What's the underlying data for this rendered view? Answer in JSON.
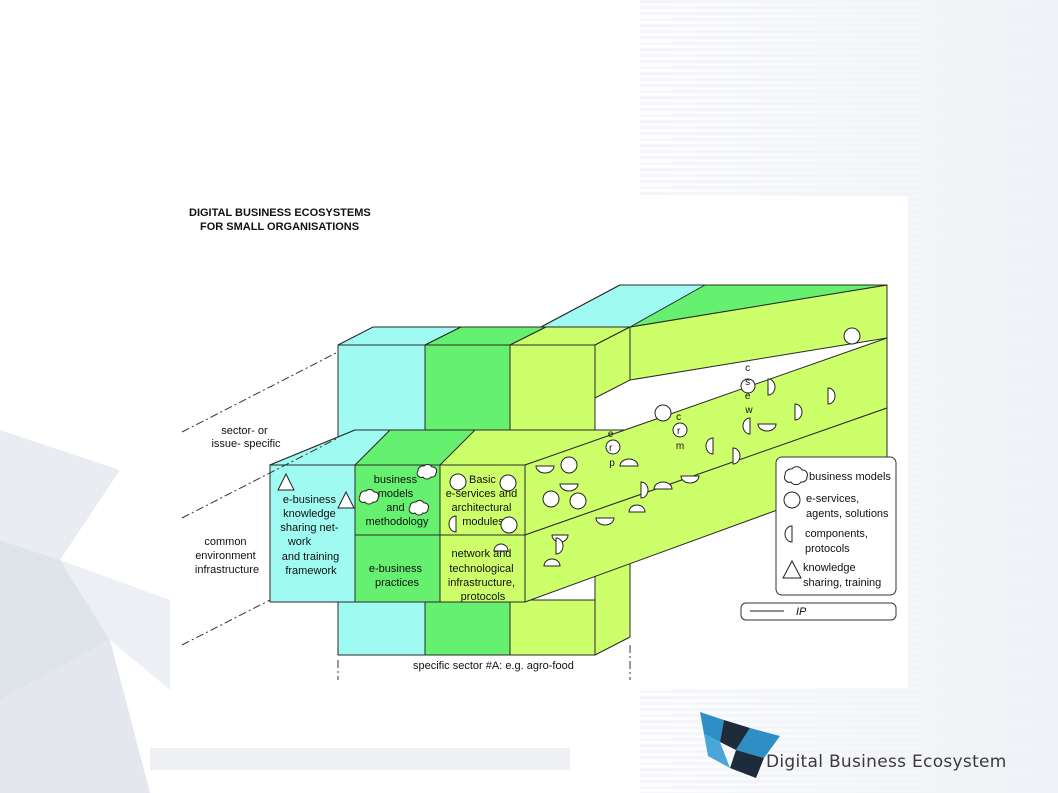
{
  "diagram": {
    "title_line1": "DIGITAL BUSINESS ECOSYSTEMS",
    "title_line2": "FOR SMALL ORGANISATIONS",
    "side_labels": {
      "sector": [
        "sector- or",
        "issue- specific"
      ],
      "common": [
        "common",
        "environment",
        "infrastructure"
      ]
    },
    "front_cells": {
      "knowledge": [
        "e-business",
        "knowledge",
        "sharing net-",
        "work",
        "and training",
        "framework"
      ],
      "business_models": [
        "business",
        "models",
        "and",
        "methodology"
      ],
      "practices": [
        "e-business",
        "practices"
      ],
      "services": [
        "Basic",
        "e-services and",
        "architectural",
        "modules"
      ],
      "network": [
        "network  and",
        "technological",
        "infrastructure,",
        "protocols"
      ]
    },
    "vertical_letters": {
      "erp": [
        "e",
        "r",
        "p"
      ],
      "crm": [
        "c",
        "r",
        "m"
      ],
      "csew": [
        "c",
        "s",
        "e",
        "w"
      ]
    },
    "bottom_label": "specific sector #A: e.g. agro-food",
    "legend": {
      "business_models": "business models",
      "services": [
        "e-services,",
        "agents, solutions"
      ],
      "components": [
        "components,",
        "protocols"
      ],
      "knowledge": [
        "knowledge",
        "sharing, training"
      ],
      "ip": "IP"
    }
  },
  "branding": {
    "text": "Digital Business Ecosystem"
  },
  "colors": {
    "cyan": "#9ffbf1",
    "green": "#66f06f",
    "lime": "#ccff6a",
    "outline": "#2a2a2a"
  }
}
